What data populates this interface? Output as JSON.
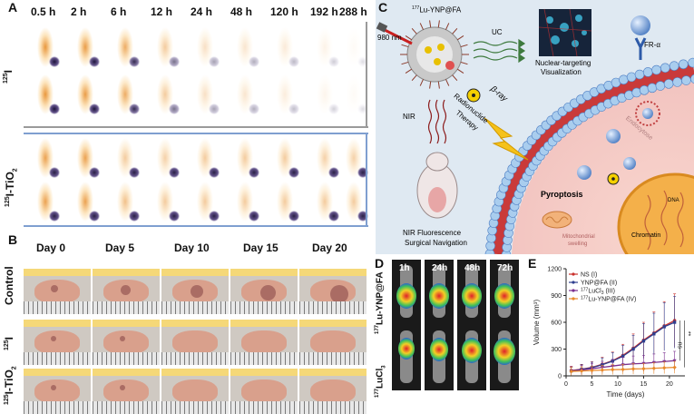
{
  "panels": {
    "a": {
      "label": "A",
      "timepoints": [
        "0.5 h",
        "2 h",
        "6 h",
        "12 h",
        "24 h",
        "48 h",
        "120 h",
        "192 h",
        "288 h"
      ],
      "group1_label": "125I",
      "group1_label_main": "I",
      "group1_label_sup": "125",
      "group2_label": "125I-TiO2",
      "group2_label_sup": "125",
      "group2_label_main": "I-TiO",
      "group2_label_sub": "2",
      "accent_gray": "#9a9a9a",
      "accent_blue": "#7f9fd0"
    },
    "b": {
      "label": "B",
      "days": [
        "Day 0",
        "Day 5",
        "Day 10",
        "Day 15",
        "Day 20"
      ],
      "rows": [
        "Control",
        "125I",
        "125I-TiO2"
      ],
      "row2_sup": "125",
      "row2_main": "I",
      "row3_sup": "125",
      "row3_main": "I-TiO",
      "row3_sub": "2",
      "band_color": "#f5d878"
    },
    "c": {
      "label": "C",
      "probe": "177Lu-YNP@FA",
      "probe_sup": "177",
      "probe_main": "Lu-YNP@FA",
      "wavelength": "980 nm",
      "uc": "UC",
      "nuclear": "Nuclear-targeting",
      "visual": "Visualization",
      "beta": "β-ray",
      "therapy1": "Radionuclide",
      "therapy2": "Therapy",
      "nir": "NIR",
      "nav1": "NIR Fluorescence",
      "nav2": "Surgical Navigation",
      "receptor": "FR-α",
      "endo": "Endocytose",
      "pyro": "Pyroptosis",
      "mito1": "Mitochondrial",
      "mito2": "swelling",
      "chromatin": "Chromatin",
      "dna": "DNA"
    },
    "d": {
      "label": "D",
      "times": [
        "1h",
        "24h",
        "48h",
        "72h"
      ],
      "row1_sup": "177",
      "row1_main": "Lu-YNP@FA",
      "row2_sup": "177",
      "row2_main": "LuCl",
      "row2_sub": "3"
    },
    "e": {
      "label": "E",
      "legend_ns": "NS (I)",
      "legend_ynp": "YNP@FA (II)",
      "legend_lucl_sup": "177",
      "legend_lucl_main": "LuCl",
      "legend_lucl_sub": "3",
      "legend_lucl_tail": " (III)",
      "legend_luynp_sup": "177",
      "legend_luynp_main": "Lu-YNP@FA (IV)",
      "sig1": "ns",
      "sig2": "**"
    }
  },
  "chart_data": {
    "type": "line",
    "xlabel": "Time (days)",
    "ylabel": "Volume (mm³)",
    "xlim": [
      0,
      23
    ],
    "ylim": [
      0,
      1200
    ],
    "xticks": [
      0,
      5,
      10,
      15,
      20
    ],
    "yticks": [
      0,
      300,
      600,
      900,
      1200
    ],
    "x": [
      1,
      3,
      5,
      7,
      9,
      11,
      13,
      15,
      17,
      19,
      21
    ],
    "series": [
      {
        "name": "NS (I)",
        "color": "#c9302c",
        "marker": "circle",
        "values": [
          60,
          75,
          95,
          130,
          170,
          230,
          310,
          400,
          480,
          560,
          620
        ]
      },
      {
        "name": "YNP@FA (II)",
        "color": "#2f3f8f",
        "marker": "square",
        "values": [
          55,
          72,
          92,
          125,
          165,
          220,
          300,
          390,
          470,
          550,
          600
        ]
      },
      {
        "name": "177LuCl3 (III)",
        "color": "#7a2f8f",
        "marker": "triangle-down",
        "values": [
          55,
          65,
          80,
          95,
          110,
          125,
          135,
          140,
          150,
          160,
          170
        ]
      },
      {
        "name": "177Lu-YNP@FA (IV)",
        "color": "#e8892a",
        "marker": "diamond",
        "values": [
          50,
          55,
          60,
          65,
          70,
          72,
          78,
          80,
          85,
          90,
          95
        ]
      }
    ],
    "grid": false,
    "legend_position": "top-left"
  }
}
